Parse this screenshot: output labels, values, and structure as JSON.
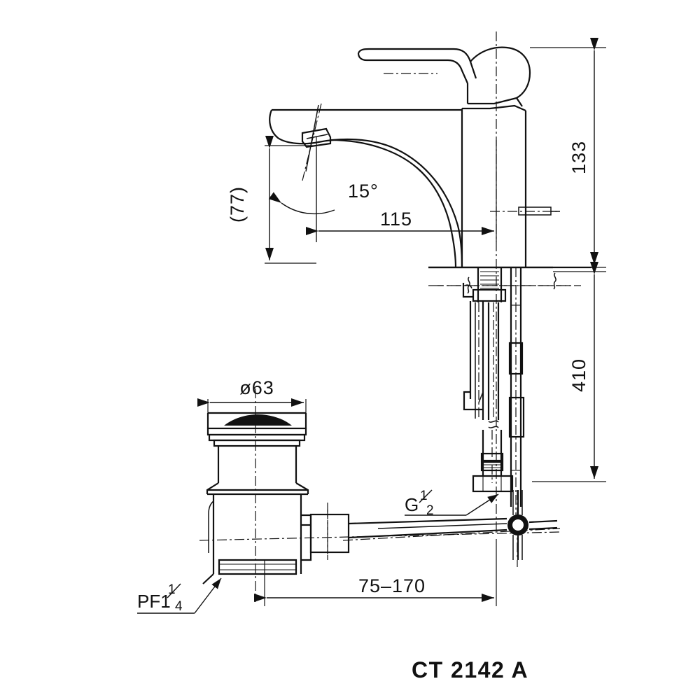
{
  "document": {
    "kind": "technical-drawing",
    "model_label": "CT 2142 A",
    "background_color": "#ffffff",
    "line_color": "#111111"
  },
  "dimensions": {
    "height_above_counter": "133",
    "height_below_counter": "410",
    "spout_reach": "115",
    "spout_height": "(77)",
    "spout_angle": "15°",
    "drain_flange_diameter": "ø63",
    "pop_up_rod_range": "75–170"
  },
  "labels": {
    "inlet_thread": {
      "letter": "G",
      "numerator": "1",
      "denominator": "2"
    },
    "drain_thread": {
      "prefix": "PF1",
      "numerator": "1",
      "denominator": "4"
    },
    "diameter_symbol": "ø"
  },
  "title_block": {
    "model": "CT 2142 A"
  },
  "parts": {
    "lever_handle": "lever-handle",
    "faucet_body": "faucet-body",
    "spout": "spout",
    "aerator": "aerator",
    "cartridge_stem": "cartridge-stem",
    "mounting_shank": "mounting-shank",
    "supply_tube": "supply-tube",
    "lift_rod": "lift-rod",
    "drain_flange": "drain-flange",
    "drain_body": "drain-body",
    "tailpiece": "tailpiece",
    "pivot_nut": "pivot-nut",
    "horizontal_rod": "horizontal-pop-up-rod",
    "clevis_pivot": "clevis-pivot"
  }
}
